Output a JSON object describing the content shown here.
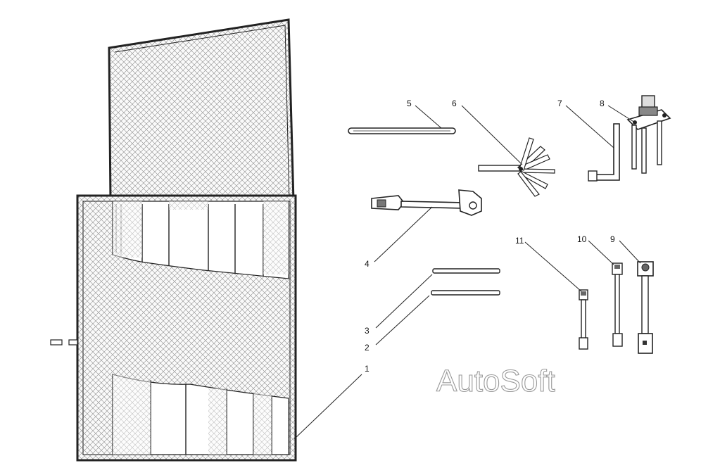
{
  "diagram": {
    "labels": {
      "l1": "1",
      "l2": "2",
      "l3": "3",
      "l4": "4",
      "l5": "5",
      "l6": "6",
      "l7": "7",
      "l8": "8",
      "l9": "9",
      "l10": "10",
      "l11": "11"
    },
    "watermark": "AutoSoft"
  }
}
